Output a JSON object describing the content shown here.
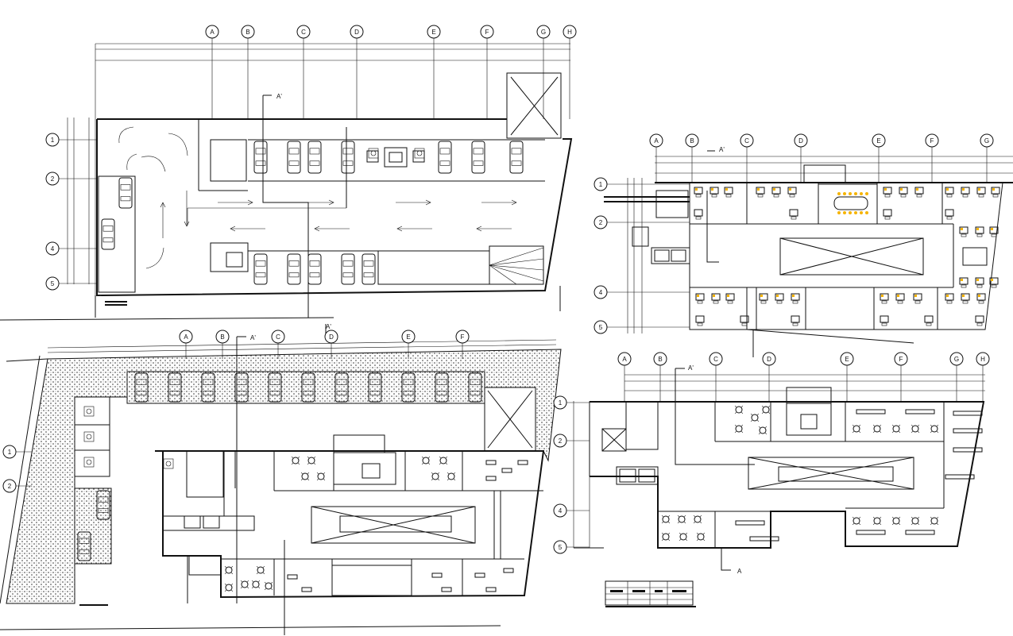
{
  "drawing": {
    "plans": [
      {
        "id": "parking-plan",
        "cols": [
          "A",
          "B",
          "C",
          "D",
          "E",
          "F",
          "G",
          "H"
        ],
        "rows": [
          "1",
          "2",
          "4",
          "5"
        ],
        "section_marks": [
          "A'"
        ]
      },
      {
        "id": "upper-right-plan",
        "cols": [
          "A",
          "B",
          "C",
          "D",
          "E",
          "F",
          "G"
        ],
        "rows": [
          "1",
          "2",
          "4",
          "5"
        ],
        "section_marks": [
          "A'"
        ]
      },
      {
        "id": "ground-plan",
        "cols": [
          "A",
          "B",
          "C",
          "D",
          "E",
          "F"
        ],
        "rows": [
          "1",
          "2"
        ],
        "section_marks": [
          "A'",
          "A'"
        ]
      },
      {
        "id": "lower-right-plan",
        "cols": [
          "A",
          "B",
          "C",
          "D",
          "E",
          "F",
          "G",
          "H"
        ],
        "rows": [
          "1",
          "2",
          "4",
          "5"
        ],
        "section_marks": [
          "A'",
          "A"
        ]
      }
    ],
    "colors": {
      "line": "#111111",
      "furniture_accent": "#f5b400",
      "faded_grid": "#bbbbbb"
    }
  }
}
